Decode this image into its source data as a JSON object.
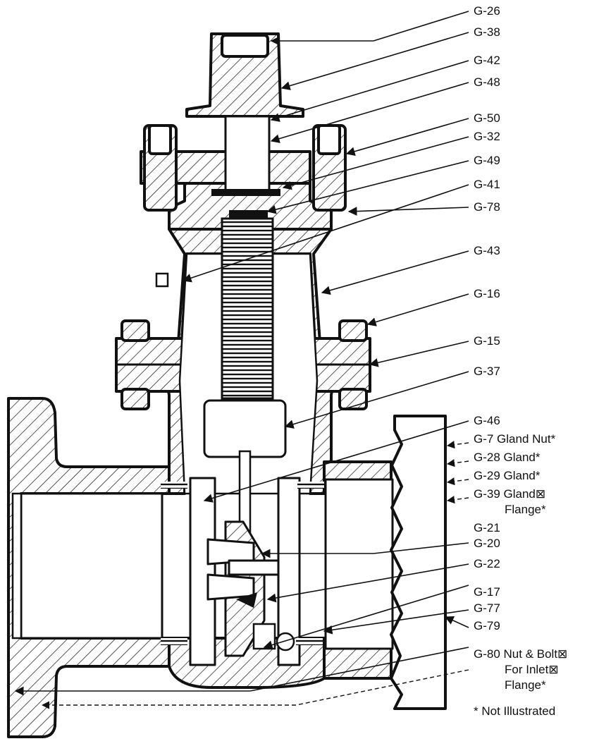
{
  "colors": {
    "ink": "#111111",
    "background": "#ffffff"
  },
  "callouts": [
    {
      "id": "g26",
      "text": "G-26"
    },
    {
      "id": "g38",
      "text": "G-38"
    },
    {
      "id": "g42",
      "text": "G-42"
    },
    {
      "id": "g48",
      "text": "G-48"
    },
    {
      "id": "g50",
      "text": "G-50"
    },
    {
      "id": "g32",
      "text": "G-32"
    },
    {
      "id": "g49",
      "text": "G-49"
    },
    {
      "id": "g41",
      "text": "G-41"
    },
    {
      "id": "g78",
      "text": "G-78"
    },
    {
      "id": "g43",
      "text": "G-43"
    },
    {
      "id": "g16",
      "text": "G-16"
    },
    {
      "id": "g15",
      "text": "G-15"
    },
    {
      "id": "g37",
      "text": "G-37"
    },
    {
      "id": "g46",
      "text": "G-46"
    },
    {
      "id": "g7",
      "text": "G-7 Gland Nut*"
    },
    {
      "id": "g28",
      "text": "G-28 Gland*"
    },
    {
      "id": "g29",
      "text": "G-29 Gland*"
    },
    {
      "id": "g39",
      "text": "G-39 Gland⊠"
    },
    {
      "id": "g39b",
      "text": "Flange*"
    },
    {
      "id": "g21",
      "text": "G-21"
    },
    {
      "id": "g20",
      "text": "G-20"
    },
    {
      "id": "g22",
      "text": "G-22"
    },
    {
      "id": "g17",
      "text": "G-17"
    },
    {
      "id": "g77",
      "text": "G-77"
    },
    {
      "id": "g79",
      "text": "G-79"
    },
    {
      "id": "g80",
      "text": "G-80 Nut & Bolt⊠"
    },
    {
      "id": "g80b",
      "text": "For Inlet⊠"
    },
    {
      "id": "g80c",
      "text": "Flange*"
    }
  ],
  "footnote": "* Not Illustrated"
}
